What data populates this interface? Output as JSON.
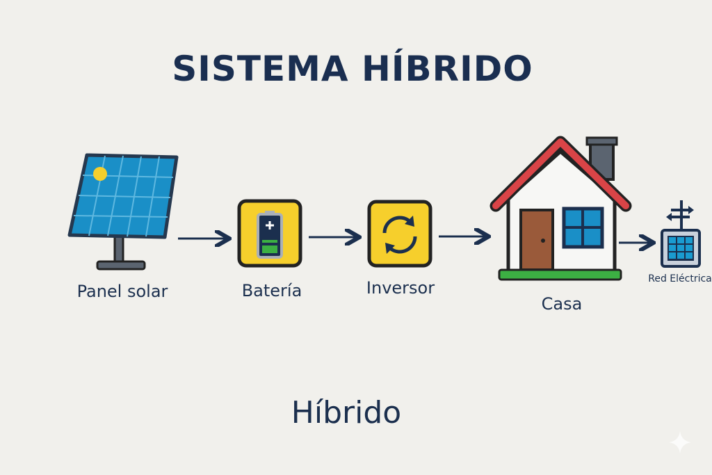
{
  "title": "SISTEMA HÍBRIDO",
  "nodes": [
    {
      "label": "Panel solar",
      "icon": "solar-panel-icon"
    },
    {
      "label": "Batería",
      "icon": "battery-icon"
    },
    {
      "label": "Inversor",
      "icon": "inverter-cycle-icon"
    },
    {
      "label": "Casa",
      "icon": "house-icon"
    },
    {
      "label": "Red Eléctrica",
      "icon": "power-grid-icon"
    }
  ],
  "subtitle": "Híbrido",
  "colors": {
    "navy": "#1a2e50",
    "yellow": "#f6cf2c",
    "panel_blue": "#1a8fc7",
    "roof_red": "#d94447",
    "green": "#3cb043"
  }
}
